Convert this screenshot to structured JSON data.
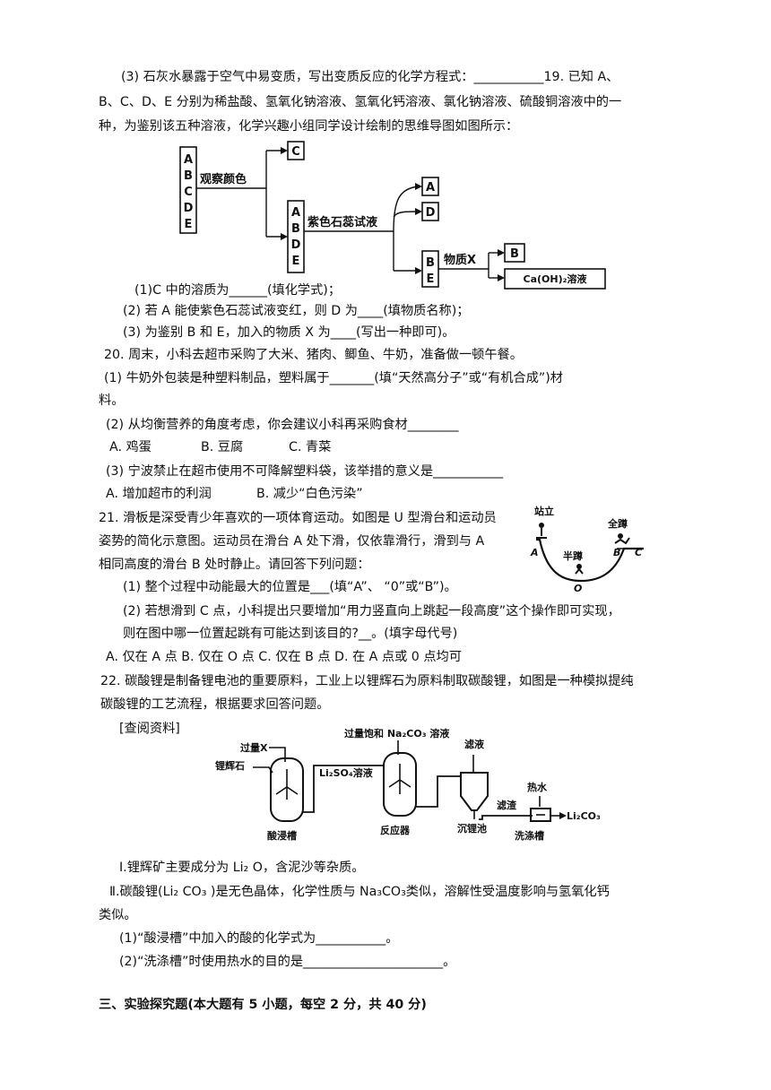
{
  "q18": {
    "part3": "(3) 石灰水暴露于空气中易变质，写出变质反应的化学方程式：___________19. 已知 A、"
  },
  "q19": {
    "intro_l2": "B、C、D、E 分别为稀盐酸、氢氧化钠溶液、氢氧化钙溶液、氯化钠溶液、硫酸铜溶液中的一",
    "intro_l3": "种，为鉴别该五种溶液，化学兴趣小组同学设计绘制的思维导图如图所示：",
    "diagram": {
      "letters_all": [
        "A",
        "B",
        "C",
        "D",
        "E"
      ],
      "step1": "观察颜色",
      "result_c": "C",
      "letters_abde": [
        "A",
        "B",
        "D",
        "E"
      ],
      "step2": "紫色石蕊试液",
      "result_a": "A",
      "result_d": "D",
      "letters_be": [
        "B",
        "E"
      ],
      "step3": "物质X",
      "result_b": "B",
      "result_caoh2": "Ca(OH)₂溶液"
    },
    "q1": "(1)C 中的溶质为______(填化学式)；",
    "q2": "(2) 若 A 能使紫色石蕊试液变红，则 D 为____(填物质名称)；",
    "q3": "(3) 为鉴别 B 和 E，加入的物质 X 为____(写出一种即可)。"
  },
  "q20": {
    "intro": "20. 周末，小科去超市采购了大米、猪肉、鲫鱼、牛奶，准备做一顿午餐。",
    "q1_l1": "(1) 牛奶外包装是种塑料制品，塑料属于_______(填“天然高分子”或“有机合成”)材",
    "q1_l2": "料。",
    "q2": "(2) 从均衡营养的角度考虑，你会建议小科再采购食材________",
    "q2_opt_a": "A. 鸡蛋",
    "q2_opt_b": "B. 豆腐",
    "q2_opt_c": "C. 青菜",
    "q3": "(3) 宁波禁止在超市使用不可降解塑料袋，该举措的意义是___________",
    "q3_opt_a": "A. 增加超市的利润",
    "q3_opt_b": "B. 减少“白色污染”"
  },
  "q21": {
    "intro_l1": "21. 滑板是深受青少年喜欢的一项体育运动。如图是 U 型滑台和运动员",
    "intro_l2": "姿势的简化示意图。运动员在滑台 A 处下滑，仅依靠滑行，滑到与 A",
    "intro_l3": "相同高度的滑台 B 处时静止。请回答下列问题：",
    "figure": {
      "label_stand": "站立",
      "label_full": "全蹲",
      "label_half": "半蹲",
      "point_a": "A",
      "point_b": "B",
      "point_c": "C",
      "point_o": "O"
    },
    "q1": "(1) 整个过程中动能最大的位置是___(填“A”、 “0”或“B”)。",
    "q2_l1": "(2) 若想滑到 C 点，小科提出只要增加“用力竖直向上跳起一段高度”这个操作即可实现，",
    "q2_l2": "则在图中哪一位置起跳有可能达到该目的?__。(填字母代号)",
    "options": "A. 仅在 A 点   B. 仅在 O 点     C. 仅在 B 点 D. 在 A 点或 0 点均可"
  },
  "q22": {
    "intro_l1": "22. 碳酸锂是制备锂电池的重要原料，工业上以锂辉石为原料制取碳酸锂，如图是一种模拟提纯",
    "intro_l2": "碳酸锂的工艺流程，根据要求回答问题。",
    "ref_label": "[查阅资料]",
    "flow": {
      "excess_x": "过量X",
      "spodumene": "锂辉石",
      "excess_na2co3": "过量饱和 Na₂CO₃ 溶液",
      "li2so4": "Li₂SO₄溶液",
      "filtrate": "滤液",
      "residue": "滤渣",
      "hot_water": "热水",
      "product": "Li₂CO₃",
      "tank1": "酸浸槽",
      "tank2": "反应器",
      "tank3": "沉锂池",
      "tank4": "洗涤槽"
    },
    "info1": "Ⅰ.锂辉矿主要成分为 Li₂ O，含泥沙等杂质。",
    "info2_l1": "Ⅱ.碳酸锂(Li₂ CO₃ )是无色晶体，化学性质与 Na₃CO₃类似，溶解性受温度影响与氢氧化钙",
    "info2_l2": "类似。",
    "q1": "(1)“酸浸槽”中加入的酸的化学式为___________。",
    "q2": "(2)“洗涤槽”时使用热水的目的是______________________。"
  },
  "section3": {
    "heading": "三、实验探究题(本大题有 5 小题，每空 2 分，共 40 分)"
  }
}
